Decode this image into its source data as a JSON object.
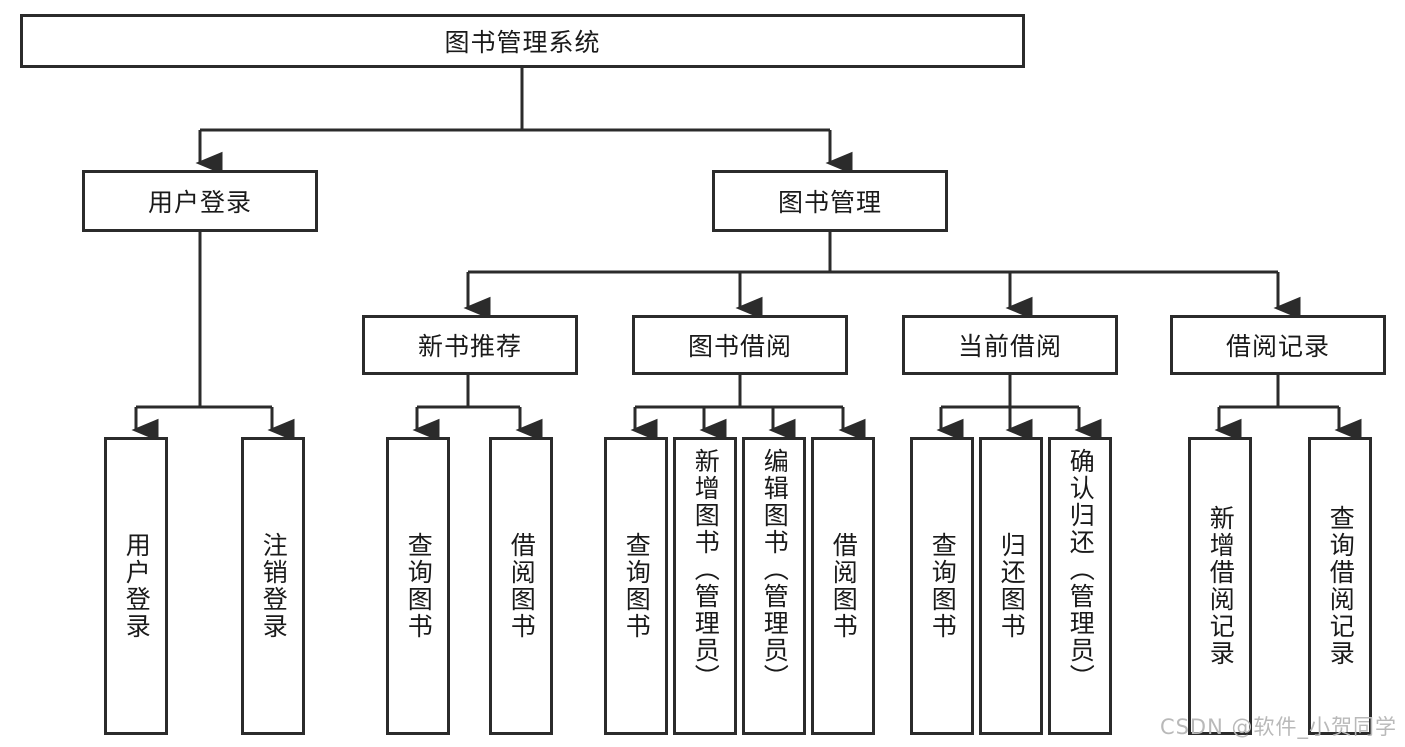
{
  "diagram": {
    "title": "图书管理系统",
    "type": "hierarchy-tree",
    "root": {
      "id": "root",
      "label": "图书管理系统"
    },
    "level2": [
      {
        "id": "user-login",
        "label": "用户登录"
      },
      {
        "id": "book-management",
        "label": "图书管理"
      }
    ],
    "level3": [
      {
        "id": "new-book-recommend",
        "label": "新书推荐",
        "parent": "book-management"
      },
      {
        "id": "book-borrow",
        "label": "图书借阅",
        "parent": "book-management"
      },
      {
        "id": "current-borrow",
        "label": "当前借阅",
        "parent": "book-management"
      },
      {
        "id": "borrow-record",
        "label": "借阅记录",
        "parent": "book-management"
      }
    ],
    "leaves": {
      "user-login": [
        {
          "id": "leaf-user-login",
          "label": "用户登录"
        },
        {
          "id": "leaf-user-logout",
          "label": "注销登录"
        }
      ],
      "new-book-recommend": [
        {
          "id": "leaf-query-book-1",
          "label": "查询图书"
        },
        {
          "id": "leaf-borrow-book-1",
          "label": "借阅图书"
        }
      ],
      "book-borrow": [
        {
          "id": "leaf-query-book-2",
          "label": "查询图书"
        },
        {
          "id": "leaf-add-book",
          "label": "新增图书（管理员）"
        },
        {
          "id": "leaf-edit-book",
          "label": "编辑图书（管理员）"
        },
        {
          "id": "leaf-borrow-book-2",
          "label": "借阅图书"
        }
      ],
      "current-borrow": [
        {
          "id": "leaf-query-book-3",
          "label": "查询图书"
        },
        {
          "id": "leaf-return-book",
          "label": "归还图书"
        },
        {
          "id": "leaf-confirm-return",
          "label": "确认归还（管理员）"
        }
      ],
      "borrow-record": [
        {
          "id": "leaf-add-record",
          "label": "新增借阅记录"
        },
        {
          "id": "leaf-query-record",
          "label": "查询借阅记录"
        }
      ]
    },
    "colors": {
      "stroke": "#2b2b2b",
      "fill": "#ffffff",
      "text": "#1a1a1a",
      "watermark": "#b9b9b9"
    }
  },
  "watermark": {
    "text": "CSDN @软件_小贺同学"
  }
}
